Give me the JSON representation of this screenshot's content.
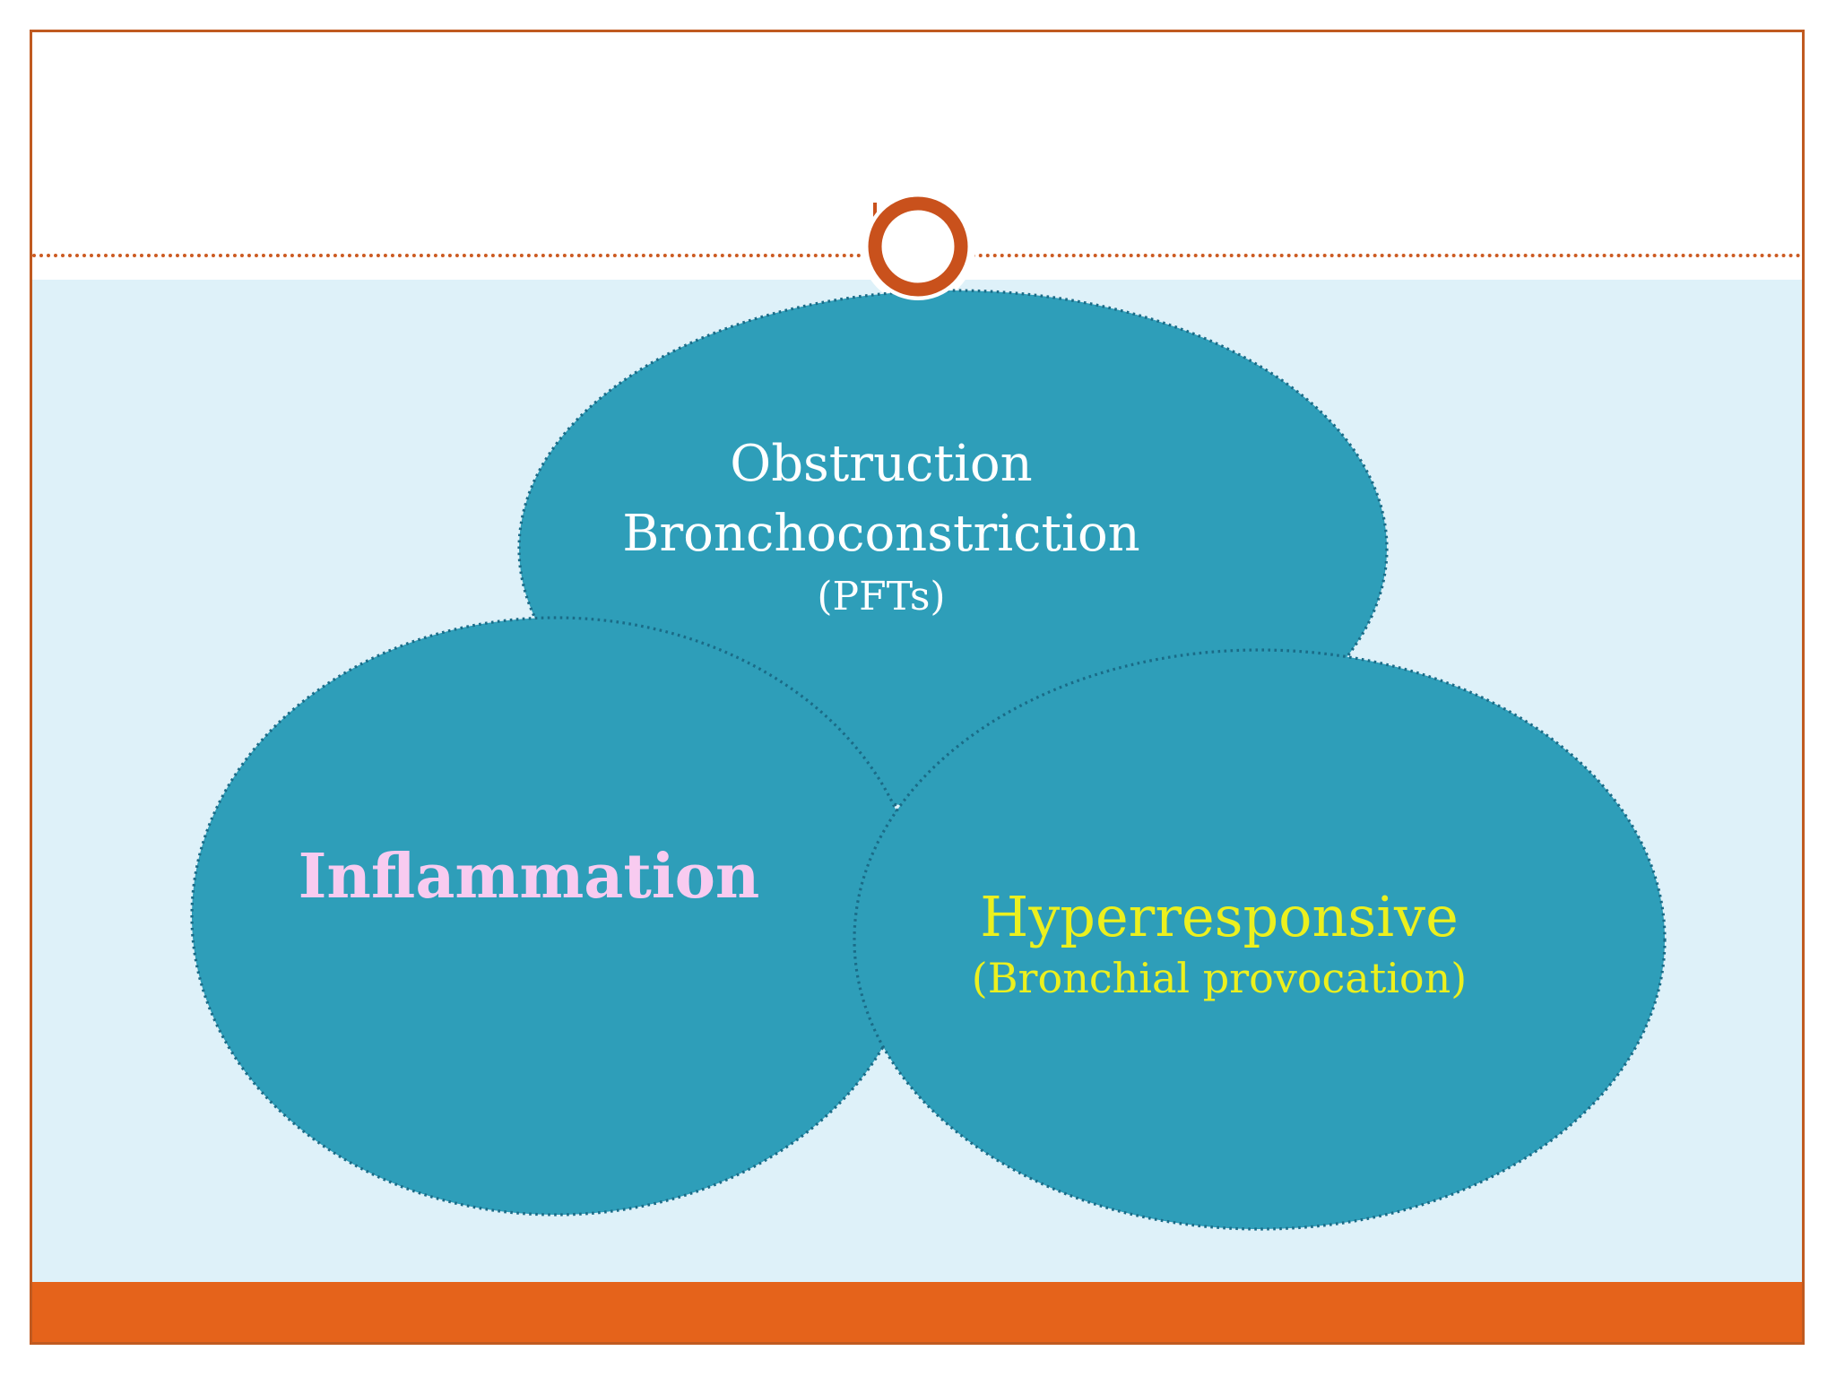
{
  "slide": {
    "theme": {
      "frame_border_color": "#C05A20",
      "dotted_line_color": "#CC5B22",
      "ornament_color": "#C9511C",
      "bottom_bar_color": "#E5631B",
      "content_background": "#DEF1F9",
      "ellipse_fill": "#2E9EB9",
      "ellipse_dot_border": "#1A6B87"
    }
  },
  "diagram": {
    "type": "venn-3-ellipses",
    "obstruction": {
      "line1": "Obstruction",
      "line2": "Bronchoconstriction",
      "line3": "(PFTs)",
      "text_color": "#FFFFFF"
    },
    "inflammation": {
      "line1": "Inflammation",
      "text_color": "#F8CBF0"
    },
    "hyperresponsive": {
      "line1": "Hyperresponsive",
      "line2": "(Bronchial provocation)",
      "text_color": "#ECF01E"
    }
  }
}
